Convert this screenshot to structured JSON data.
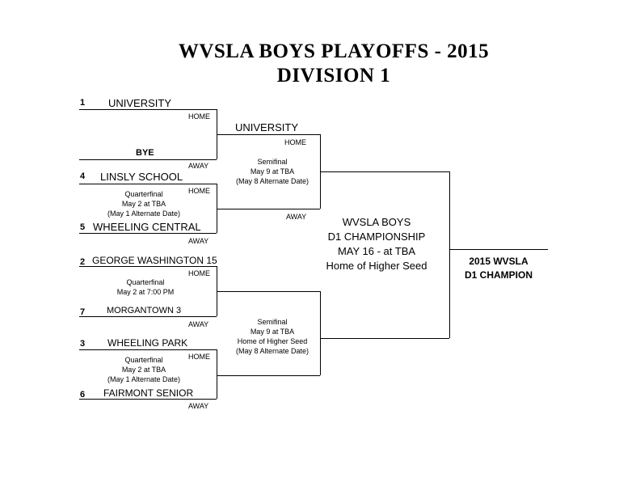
{
  "title": {
    "line1": "WVSLA BOYS PLAYOFFS - 2015",
    "line2": "DIVISION 1"
  },
  "labels": {
    "home": "HOME",
    "away": "AWAY"
  },
  "round1": [
    {
      "top_seed": "1",
      "top_team": "UNIVERSITY",
      "bottom_seed": "",
      "bottom_team": "BYE",
      "note": []
    },
    {
      "top_seed": "4",
      "top_team": "LINSLY SCHOOL",
      "bottom_seed": "5",
      "bottom_team": "WHEELING CENTRAL",
      "note": [
        "Quarterfinal",
        "May 2 at TBA",
        "(May 1 Alternate Date)"
      ]
    },
    {
      "top_seed": "2",
      "top_team": "GEORGE WASHINGTON  15",
      "bottom_seed": "7",
      "bottom_team": "MORGANTOWN  3",
      "note": [
        "Quarterfinal",
        "May 2 at 7:00 PM"
      ]
    },
    {
      "top_seed": "3",
      "top_team": "WHEELING PARK",
      "bottom_seed": "6",
      "bottom_team": "FAIRMONT SENIOR",
      "note": [
        "Quarterfinal",
        "May 2 at TBA",
        "(May 1 Alternate Date)"
      ]
    }
  ],
  "semifinals": [
    {
      "top_team": "UNIVERSITY",
      "note": [
        "Semifinal",
        "May 9 at TBA",
        "(May 8 Alternate Date)"
      ]
    },
    {
      "top_team": "",
      "note": [
        "Semifinal",
        "May 9 at TBA",
        "Home of Higher Seed",
        "(May 8 Alternate Date)"
      ]
    }
  ],
  "championship": {
    "lines": [
      "WVSLA BOYS",
      "D1 CHAMPIONSHIP",
      "MAY 16 - at TBA",
      "Home of Higher Seed"
    ]
  },
  "champion": {
    "lines": [
      "2015 WVSLA",
      "D1 CHAMPION"
    ]
  }
}
